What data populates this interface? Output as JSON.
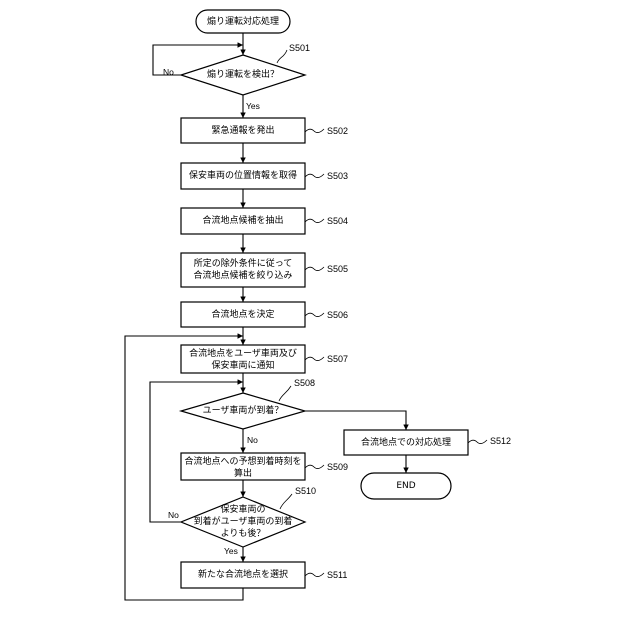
{
  "colors": {
    "line": "#000000",
    "background": "#ffffff"
  },
  "start": {
    "label": "煽り運転対応処理"
  },
  "steps": {
    "s501": {
      "id": "S501",
      "text": "煽り運転を検出？",
      "no_label": "No",
      "yes_label": "Yes"
    },
    "s502": {
      "id": "S502",
      "text": "緊急通報を発出"
    },
    "s503": {
      "id": "S503",
      "text": "保安車両の位置情報を取得"
    },
    "s504": {
      "id": "S504",
      "text": "合流地点候補を抽出"
    },
    "s505": {
      "id": "S505",
      "lines": [
        "所定の除外条件に従って",
        "合流地点候補を絞り込み"
      ]
    },
    "s506": {
      "id": "S506",
      "text": "合流地点を決定"
    },
    "s507": {
      "id": "S507",
      "lines": [
        "合流地点をユーザ車両及び",
        "保安車両に通知"
      ]
    },
    "s508": {
      "id": "S508",
      "text": "ユーザ車両が到着？",
      "no_label": "No"
    },
    "s509": {
      "id": "S509",
      "lines": [
        "合流地点への予想到着時刻を",
        "算出"
      ]
    },
    "s510": {
      "id": "S510",
      "lines": [
        "保安車両の",
        "到着がユーザ車両の到着",
        "よりも後？"
      ],
      "no_label": "No",
      "yes_label": "Yes"
    },
    "s511": {
      "id": "S511",
      "text": "新たな合流地点を選択"
    },
    "s512": {
      "id": "S512",
      "text": "合流地点での対応処理"
    }
  },
  "end": {
    "label": "END"
  }
}
